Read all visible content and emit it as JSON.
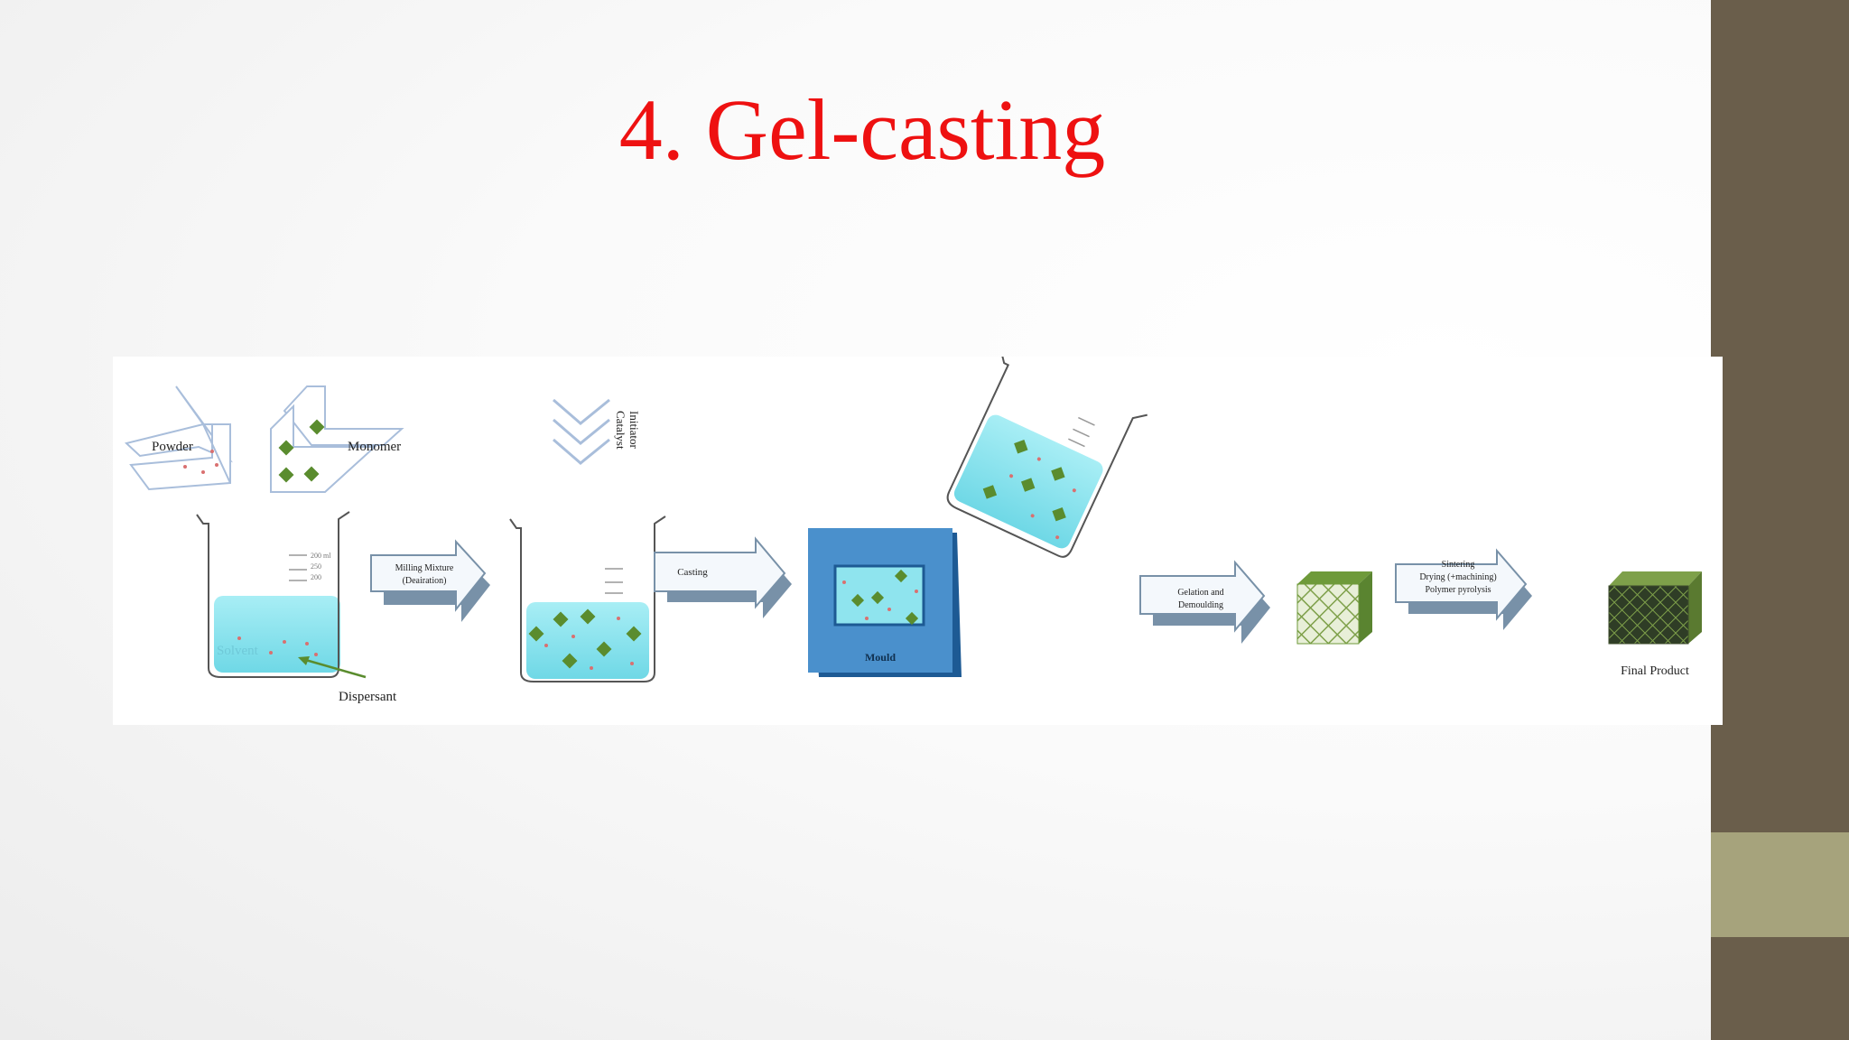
{
  "slide": {
    "title": "4. Gel-casting"
  },
  "diagram": {
    "labels": {
      "powder": "Powder",
      "monomer": "Monomer",
      "initiator": "Initiator",
      "catalyst": "Catalyst",
      "solvent": "Solvent",
      "dispersant": "Dispersant",
      "beaker_volume": "200 ml",
      "beaker_mark_1": "250",
      "beaker_mark_2": "200",
      "milling_line1": "Milling Mixture",
      "milling_line2": "(Deairation)",
      "casting": "Casting",
      "mould": "Mould",
      "gelation_line1": "Gelation and",
      "gelation_line2": "Demoulding",
      "sintering_line1": "Sintering",
      "sintering_line2": "Drying (+machining)",
      "sintering_line3": "Polymer pyrolysis",
      "final_product": "Final Product"
    }
  },
  "colors": {
    "title": "#ee1111",
    "sidebar_dark": "#6a5e4b",
    "sidebar_light": "#a6a37c",
    "liquid": "#8fe4ee",
    "mould_blue": "#4a90cc",
    "green_particle": "#5a8c2e",
    "arrow_fill": "#f4f8fc",
    "arrow_stroke": "#7891a8"
  }
}
